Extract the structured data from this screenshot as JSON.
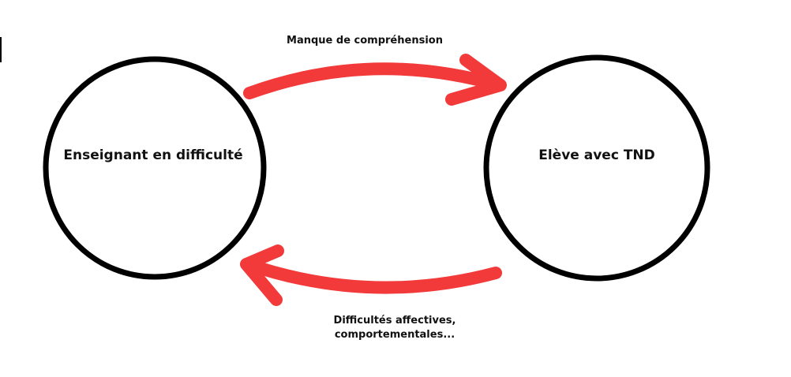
{
  "nodes": {
    "left": {
      "label": "Enseignant en difficulté"
    },
    "right": {
      "label": "Elève avec  TND"
    }
  },
  "edges": {
    "top": {
      "label": "Manque de compréhension"
    },
    "bottom": {
      "label_line1": "Difficultés affectives,",
      "label_line2": "comportementales..."
    }
  },
  "colors": {
    "arrow": "#f23a3a",
    "circle_stroke": "#000000",
    "text": "#111111",
    "background": "#ffffff"
  }
}
